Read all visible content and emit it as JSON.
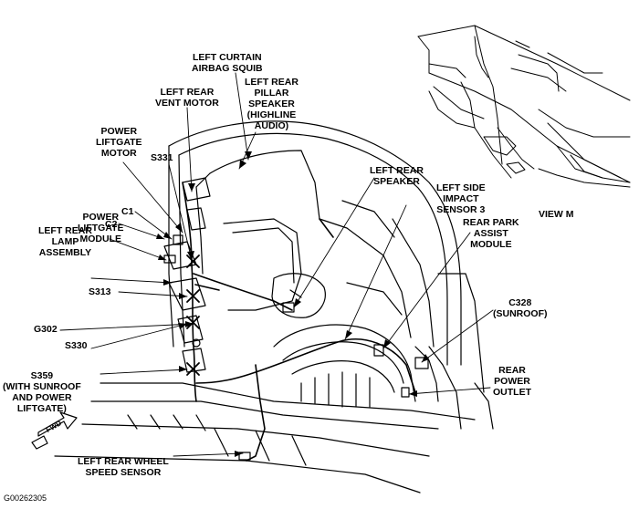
{
  "labels": {
    "left_curtain_airbag_squib": [
      "LEFT CURTAIN",
      "AIRBAG SQUIB"
    ],
    "left_rear_vent_motor": [
      "LEFT REAR",
      "VENT MOTOR"
    ],
    "left_rear_pillar_speaker": [
      "LEFT REAR",
      "PILLAR",
      "SPEAKER",
      "(HIGHLINE",
      "AUDIO)"
    ],
    "power_liftgate_motor": [
      "POWER",
      "LIFTGATE",
      "MOTOR"
    ],
    "s331": "S331",
    "left_rear_speaker": [
      "LEFT REAR",
      "SPEAKER"
    ],
    "left_side_impact_sensor_3": [
      "LEFT SIDE",
      "IMPACT",
      "SENSOR 3"
    ],
    "view_m": "VIEW M",
    "c1": "C1",
    "power_liftgate_module": [
      "POWER",
      "LIFTGATE",
      "MODULE"
    ],
    "c2": "C2",
    "left_rear_lamp_assembly": [
      "LEFT REAR",
      "LAMP",
      "ASSEMBLY"
    ],
    "rear_park_assist_module": [
      "REAR PARK",
      "ASSIST",
      "MODULE"
    ],
    "s313": "S313",
    "c328_sunroof": [
      "C328",
      "(SUNROOF)"
    ],
    "g302": "G302",
    "s330": "S330",
    "s359": [
      "S359",
      "(WITH SUNROOF",
      "AND POWER",
      "LIFTGATE)"
    ],
    "rear_power_outlet": [
      "REAR",
      "POWER",
      "OUTLET"
    ],
    "left_rear_wheel_speed_sensor": [
      "LEFT REAR WHEEL",
      "SPEED SENSOR"
    ],
    "fwd_arrow": "FWD",
    "figure_id": "G00262305"
  }
}
